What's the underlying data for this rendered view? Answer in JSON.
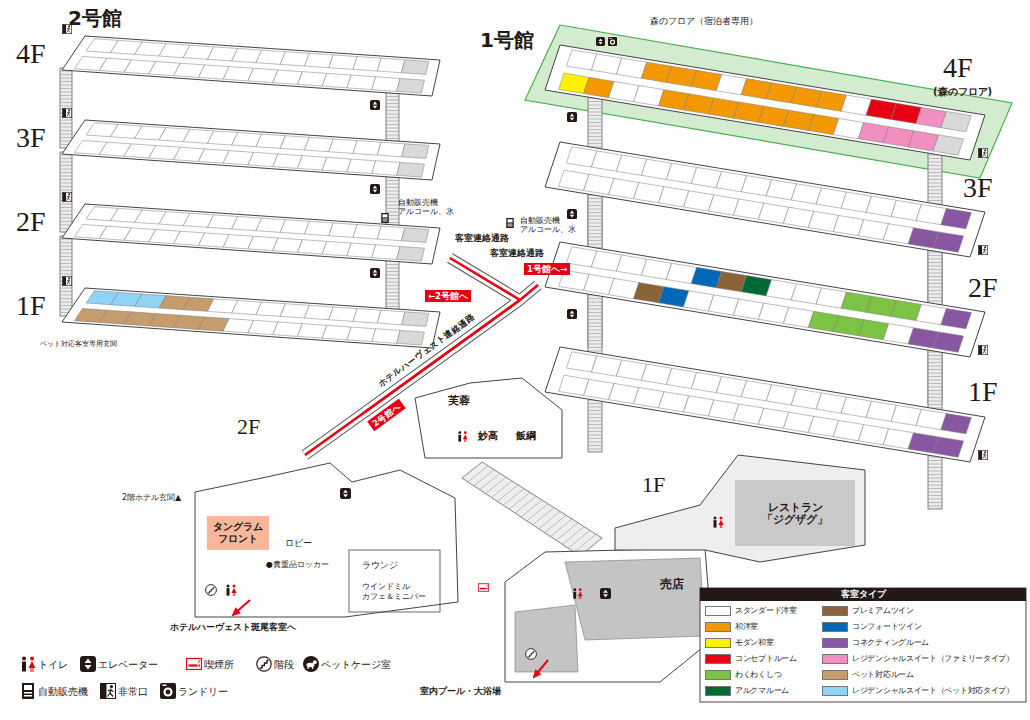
{
  "diagram": {
    "nodes": [
      {
        "text": [
          "4F"
        ]
      },
      {
        "text": [
          "3F"
        ]
      },
      {
        "text": [
          "2F"
        ]
      },
      {
        "text": [
          "1F"
        ]
      },
      {
        "text": [
          "4F",
          "(森のフロア)"
        ]
      },
      {
        "text": [
          "3F"
        ]
      },
      {
        "text": [
          "2F"
        ]
      },
      {
        "text": [
          "1F"
        ]
      },
      {
        "text": [
          "2F"
        ]
      },
      {
        "text": [
          "タングラム フロント"
        ],
        "in": 8
      },
      {
        "text": [
          "1F"
        ]
      },
      {
        "text": [
          "レストラン 「ジグザグ」"
        ],
        "in": 10
      },
      {
        "text": [
          "売店"
        ]
      }
    ],
    "edges": [
      {
        "from": 8,
        "to": 2,
        "arrow": "none"
      },
      {
        "from": 8,
        "to": 6,
        "arrow": "none"
      }
    ],
    "labels": [
      "2号館",
      "1号館",
      "森のフロア（宿泊者専用）",
      "自動販売機 アルコール、氷",
      "自動販売機 アルコール、氷",
      "客室連絡通路",
      "←2号館へ",
      "客室連絡通路",
      "1号館へ→",
      "ホテルハーヴェスト連絡通路",
      "2号館へ",
      "ペット対応客室専用玄関",
      "芙蓉",
      "妙高",
      "飯綱",
      "2階ホテル玄関▲",
      "ロビー",
      "●貴重品ロッカー",
      "ラウンジ",
      "ウインドミル カフェ＆ミニバー",
      "ホテルハーヴェスト斑尾客室へ",
      "室内プール・大浴場",
      "客室タイプ"
    ],
    "legend": [
      {
        "text": "スタンダード洋室",
        "color": "#ffffff"
      },
      {
        "text": "和洋室",
        "color": "#f39800"
      },
      {
        "text": "モダン和室",
        "color": "#fff100"
      },
      {
        "text": "コンセプトルーム",
        "color": "#e60012"
      },
      {
        "text": "わくわくしつ",
        "color": "#7cc243"
      },
      {
        "text": "アルクマルーム",
        "color": "#006934"
      },
      {
        "text": "プレミアムツイン",
        "color": "#8c6239"
      },
      {
        "text": "コンフォートツイン",
        "color": "#0068b7"
      },
      {
        "text": "コネクティングルーム",
        "color": "#8957a1"
      },
      {
        "text": "レジデンシャルスイート（ファミリータイプ）",
        "color": "#f08fc0"
      },
      {
        "text": "ペット対応ルーム",
        "color": "#c69c6d"
      },
      {
        "text": "レジデンシャルスイート（ペット対応タイプ）",
        "color": "#8fd3f5"
      },
      {
        "text": "トイレ"
      },
      {
        "text": "エレベーター"
      },
      {
        "text": "喫煙所"
      },
      {
        "text": "階段"
      },
      {
        "text": "ペットケージ室"
      },
      {
        "text": "自動販売機"
      },
      {
        "text": "非常口"
      },
      {
        "text": "ランドリー"
      }
    ]
  }
}
